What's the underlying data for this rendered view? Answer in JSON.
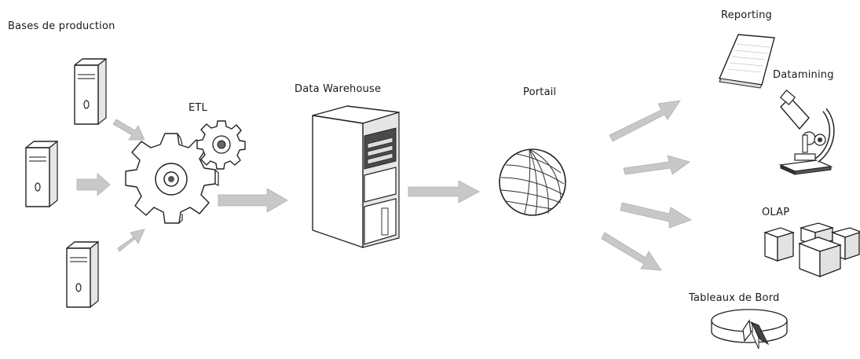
{
  "labels": {
    "sources": "Bases de production",
    "etl": "ETL",
    "warehouse": "Data Warehouse",
    "portal": "Portail",
    "reporting": "Reporting",
    "datamining": "Datamining",
    "olap": "OLAP",
    "dashboards": "Tableaux de Bord"
  }
}
